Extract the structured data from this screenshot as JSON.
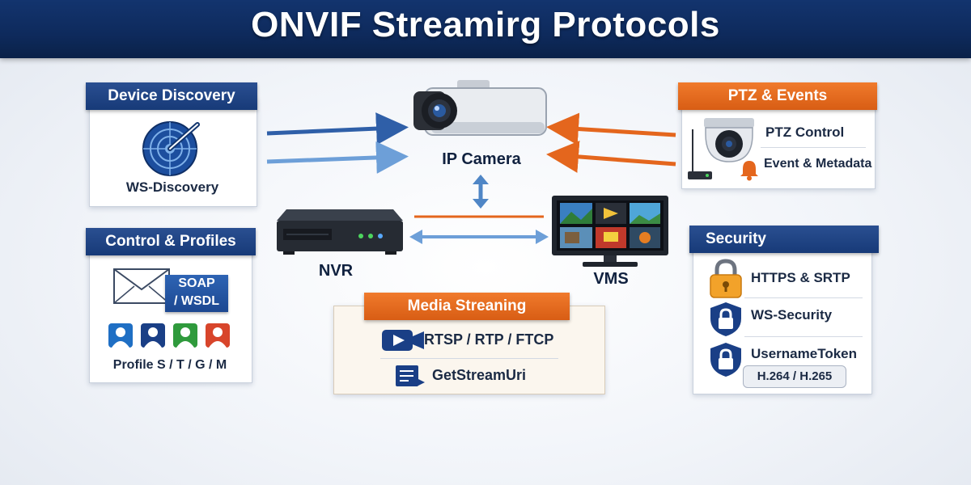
{
  "title": "ONVIF Streamirg Protocols",
  "device_discovery": {
    "header": "Device Discovery",
    "icon": "radar-icon",
    "label": "WS-Discovery"
  },
  "control_profiles": {
    "header": "Control & Profiles",
    "soap_line1": "SOAP",
    "soap_line2": "/ WSDL",
    "profiles_label": "Profile S / T / G / M",
    "profile_colors": [
      "#1f6fc4",
      "#1a3f86",
      "#2f9a3c",
      "#d8452b"
    ]
  },
  "center": {
    "ip_camera": "IP Camera",
    "nvr": "NVR",
    "vms": "VMS"
  },
  "media_streaming": {
    "header": "Media Streaning",
    "item1": "RTSP / RTP / FTCP",
    "item2": "GetStreamUri"
  },
  "ptz_events": {
    "header": "PTZ & Events",
    "ptz_control": "PTZ Control",
    "event_metadata": "Event & Metadata"
  },
  "security": {
    "header": "Security",
    "item1": "HTTPS & SRTP",
    "item2": "WS-Security",
    "item3": "UsernameToken",
    "codec_badge": "H.264 / H.265"
  },
  "colors": {
    "navy": "#173a78",
    "orange": "#e4661d",
    "arrow_blue": "#4f86c6",
    "arrow_orange": "#e4661d"
  }
}
